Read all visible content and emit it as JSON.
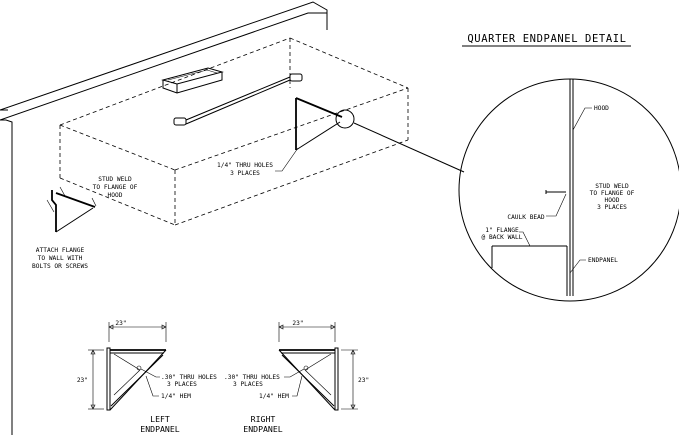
{
  "detail": {
    "title": "QUARTER ENDPANEL DETAIL",
    "hood": "HOOD",
    "stud_weld": [
      "STUD WELD",
      "TO FLANGE OF",
      "HOOD",
      "3 PLACES"
    ],
    "caulk_bead": "CAULK BEAD",
    "flange": [
      "1\" FLANGE",
      "@ BACK WALL"
    ],
    "endpanel": "ENDPANEL"
  },
  "main": {
    "stud_weld": [
      "STUD WELD",
      "TO FLANGE OF",
      "HOOD"
    ],
    "thru_holes": [
      "1/4\" THRU HOLES",
      "3 PLACES"
    ],
    "attach_flange": [
      "ATTACH FLANGE",
      "TO WALL WITH",
      "BOLTS OR SCREWS"
    ]
  },
  "left_endpanel": {
    "width_dim": "23\"",
    "height_dim": "23\"",
    "holes": [
      ".30\" THRU HOLES",
      "3 PLACES"
    ],
    "hem": "1/4\" HEM",
    "label": [
      "LEFT",
      "ENDPANEL"
    ]
  },
  "right_endpanel": {
    "width_dim": "23\"",
    "height_dim": "23\"",
    "holes": [
      ".30\" THRU HOLES",
      "3 PLACES"
    ],
    "hem": "1/4\" HEM",
    "label": [
      "RIGHT",
      "ENDPANEL"
    ]
  }
}
